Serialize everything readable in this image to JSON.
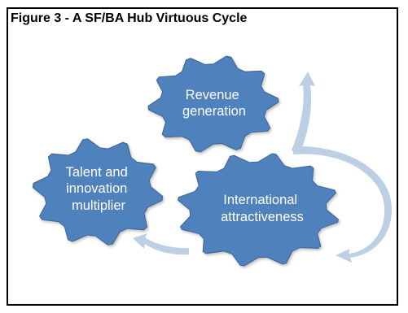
{
  "figure": {
    "title": "Figure 3 - A SF/BA Hub Virtuous Cycle"
  },
  "gears": [
    {
      "name": "revenue",
      "lines": [
        "Revenue",
        "generation"
      ]
    },
    {
      "name": "talent",
      "lines": [
        "Talent and",
        "innovation",
        "multiplier"
      ]
    },
    {
      "name": "international",
      "lines": [
        "International",
        "attractiveness"
      ]
    }
  ],
  "colors": {
    "gear_fill": "#4f81bd",
    "gear_stroke": "#3d6594",
    "arrow_fill": "#bccfe5",
    "border": "#000000"
  }
}
